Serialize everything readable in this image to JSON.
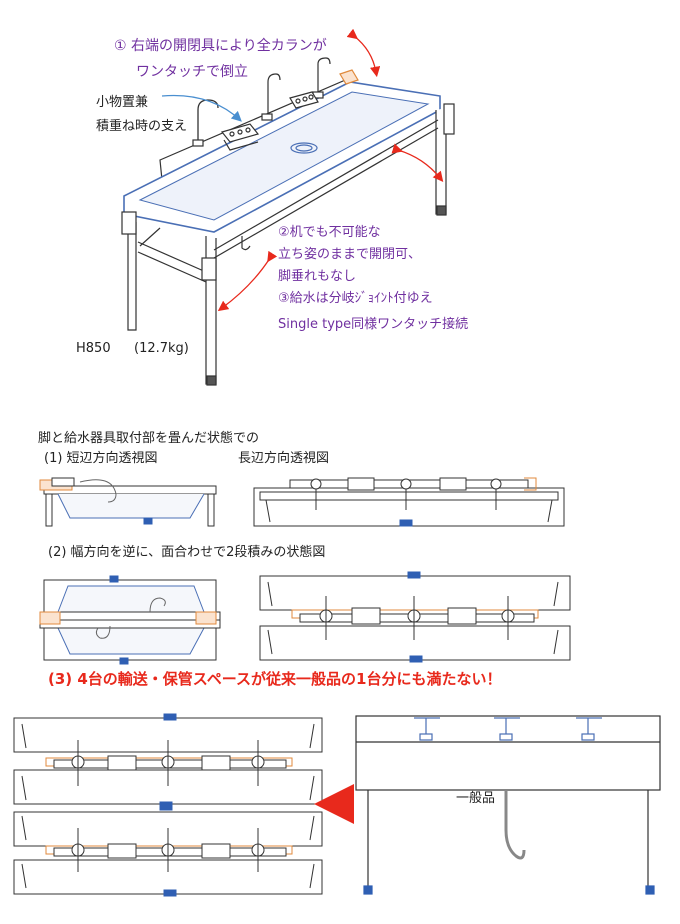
{
  "annotations": {
    "note1_line1": "① 右端の開閉具により全カランが",
    "note1_line2": "ワンタッチで倒立",
    "shelf_line1": "小物置兼",
    "shelf_line2": "積重ね時の支え",
    "note2_line1": "②机でも不可能な",
    "note2_line2": "立ち姿のままで開閉可、",
    "note2_line3": "脚垂れもなし",
    "note3_line1": "③給水は分岐ｼﾞｮｲﾝﾄ付ゆえ",
    "note3_line2": "Single type同様ワンタッチ接続",
    "height": "H850",
    "weight": "(12.7kg)"
  },
  "section_folded": {
    "title": "脚と給水器具取付部を畳んだ状態での",
    "short_view": "(1)  短辺方向透視図",
    "long_view": "長辺方向透視図"
  },
  "section_stacked": {
    "title": "(2)  幅方向を逆に、面合わせで2段積みの状態図"
  },
  "headline": "(3)  4台の輸送・保管スペースが従来一般品の1台分にも満たない！",
  "comparison_label": "一般品",
  "colors": {
    "accent_text": "#7030a0",
    "headline": "#e8291c",
    "arrow": "#e8291c",
    "sink_outline": "#4a6fb5",
    "hinge": "#e08a3c",
    "foot": "#2f5fb3"
  }
}
